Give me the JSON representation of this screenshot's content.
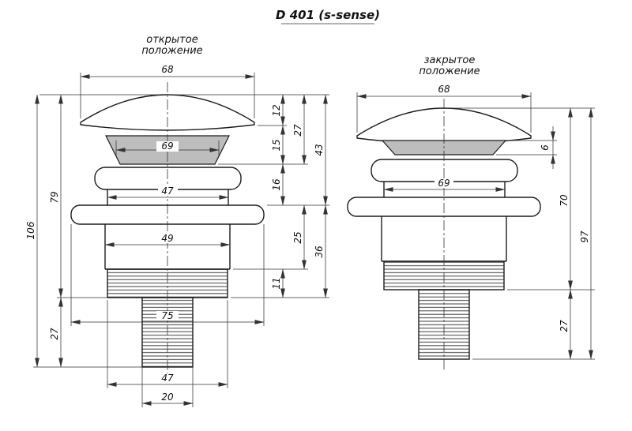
{
  "title": "D 401 (s-sense)",
  "views": {
    "open": {
      "label_line1": "открытое",
      "label_line2": "положение",
      "d68": "68",
      "d69": "69",
      "d47neck": "47",
      "d49": "49",
      "d75": "75",
      "d47thread": "47",
      "d20": "20",
      "d12": "12",
      "d15": "15",
      "d16": "16",
      "d27top": "27",
      "d43": "43",
      "d25": "25",
      "d36": "36",
      "d11": "11",
      "d79": "79",
      "d27tail": "27",
      "d106": "106"
    },
    "closed": {
      "label_line1": "закрытое",
      "label_line2": "положение",
      "d68": "68",
      "d69": "69",
      "d6": "6",
      "d70": "70",
      "d27tail": "27",
      "d97": "97"
    }
  },
  "colors": {
    "line": "#1c1c1c",
    "dimension_line": "#333333",
    "seal_fill": "#bdbdbd",
    "background": "#ffffff"
  }
}
